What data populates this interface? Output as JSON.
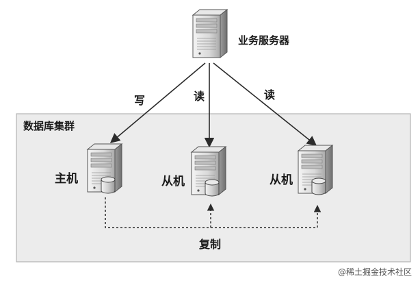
{
  "diagram": {
    "business_server": {
      "label": "业务服务器",
      "icon": "server-icon"
    },
    "cluster": {
      "label": "数据库集群"
    },
    "nodes": [
      {
        "label": "主机",
        "icon": "database-server-icon"
      },
      {
        "label": "从机",
        "icon": "database-server-icon"
      },
      {
        "label": "从机",
        "icon": "database-server-icon"
      }
    ],
    "edges": [
      {
        "label": "写"
      },
      {
        "label": "读"
      },
      {
        "label": "读"
      }
    ],
    "replication": {
      "label": "复制"
    }
  },
  "watermark": {
    "text": "@稀土掘金技术社区"
  },
  "colors": {
    "cluster_fill": "#ececec",
    "cluster_border": "#b5b5b5",
    "arrow": "#2b2b2b",
    "server_body": "#dcdcdc"
  }
}
